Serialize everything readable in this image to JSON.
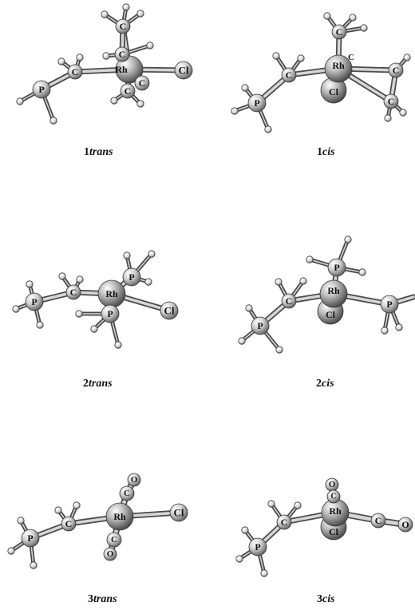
{
  "panels": [
    {
      "id": "1trans",
      "caption_number": "1",
      "caption_isomer": "trans",
      "atom_labels": [
        "C",
        "C",
        "C",
        "C",
        "Rh",
        "Cl",
        "P"
      ]
    },
    {
      "id": "1cis",
      "caption_number": "1",
      "caption_isomer": "cis",
      "atom_labels": [
        "C",
        "Rh",
        "C",
        "Cl",
        "C",
        "C",
        "P",
        "C"
      ]
    },
    {
      "id": "2trans",
      "caption_number": "2",
      "caption_isomer": "trans",
      "atom_labels": [
        "P",
        "C",
        "Rh",
        "Cl",
        "P",
        "P"
      ]
    },
    {
      "id": "2cis",
      "caption_number": "2",
      "caption_isomer": "cis",
      "atom_labels": [
        "P",
        "C",
        "Rh",
        "Cl",
        "P",
        "P"
      ]
    },
    {
      "id": "3trans",
      "caption_number": "3",
      "caption_isomer": "trans",
      "atom_labels": [
        "O",
        "C",
        "Rh",
        "Cl",
        "C",
        "O",
        "C",
        "P"
      ]
    },
    {
      "id": "3cis",
      "caption_number": "3",
      "caption_isomer": "cis",
      "atom_labels": [
        "O",
        "C",
        "Rh",
        "Cl",
        "C",
        "O",
        "C",
        "P"
      ]
    }
  ]
}
